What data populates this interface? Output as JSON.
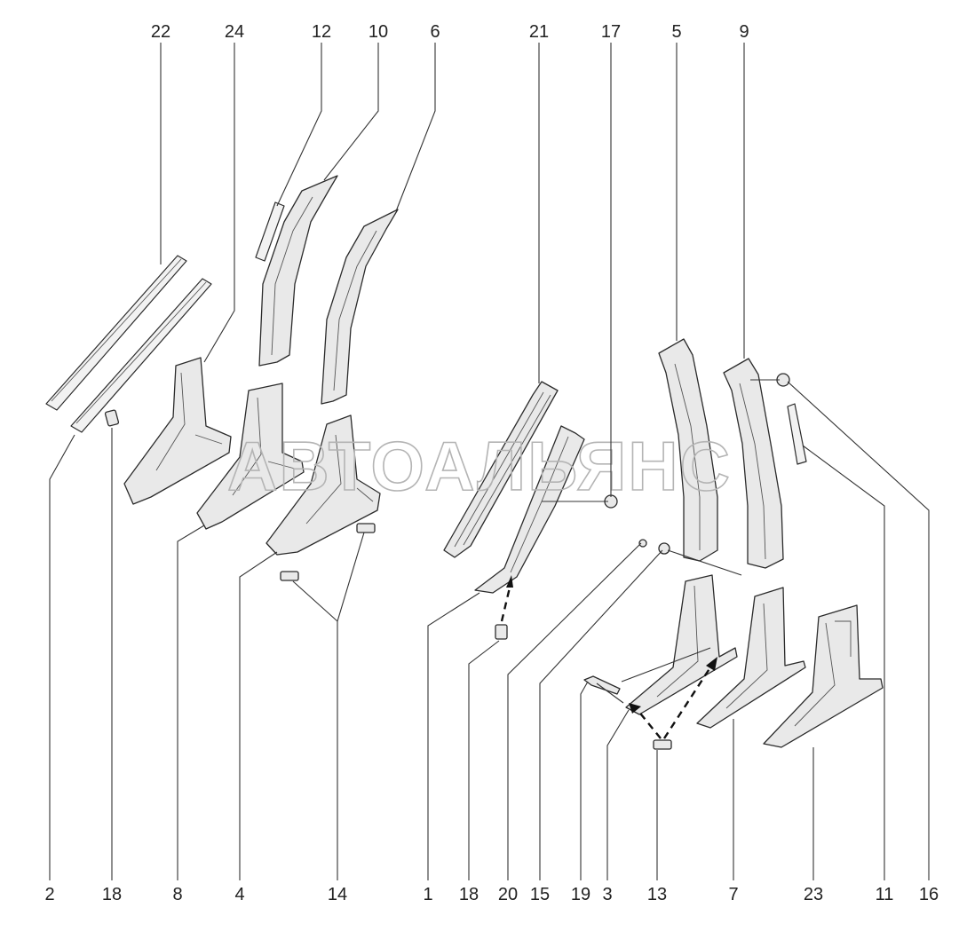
{
  "diagram": {
    "top_labels": [
      "22",
      "24",
      "12",
      "10",
      "6",
      "21",
      "17",
      "5",
      "9"
    ],
    "bottom_labels": [
      "2",
      "18",
      "8",
      "4",
      "14",
      "1",
      "18",
      "20",
      "15",
      "19",
      "3",
      "13",
      "7",
      "23",
      "11",
      "16"
    ]
  },
  "watermark": "АВТОАЛЬЯНС"
}
